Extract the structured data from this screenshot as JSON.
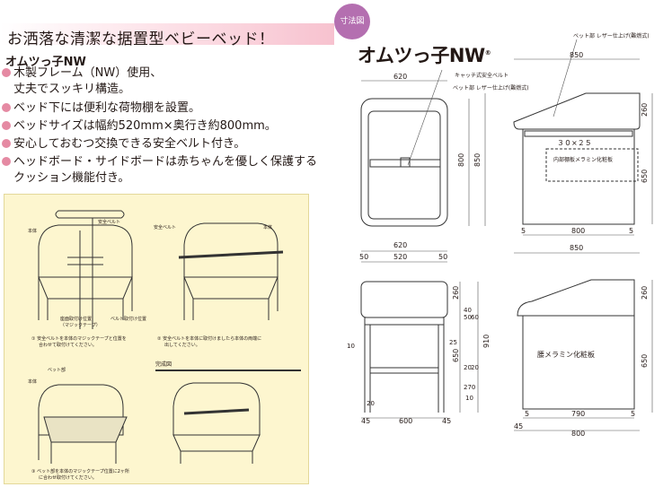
{
  "title": "お洒落な清潔な据置型ベビーベッド！",
  "model": "オムツっ子NW",
  "features": [
    {
      "lines": [
        "木製フレーム（NW）使用、",
        "丈夫でスッキリ構造。"
      ]
    },
    {
      "lines": [
        "ベッド下には便利な荷物棚を設置。"
      ]
    },
    {
      "lines": [
        "ベッドサイズは幅約520mm×奥行き約800mm。"
      ]
    },
    {
      "lines": [
        "安心しておむつ交換できる安全ベルト付き。"
      ]
    },
    {
      "lines": [
        "ヘッドボード・サイドボードは赤ちゃんを優しく保護する",
        "クッション機能付き。"
      ]
    }
  ],
  "illustration": {
    "labels": {
      "body1": "本体",
      "belt1": "安全ベルト",
      "belt2": "安全ベルト",
      "body2": "本体",
      "seat_pos": "座面取付け位置",
      "seat_pos_sub": "（マジックテープ）",
      "belt_pos": "ベルト取付け位置",
      "step1a": "① 安全ベルトを本体のマジックテープと位置を",
      "step1b": "合わせて取付けてください。",
      "step2a": "② 安全ベルトを本体に取付けましたら本体の両端に",
      "step2b": "出してください。",
      "complete": "完成図",
      "bed_part": "ベット部",
      "body3": "本体",
      "step3a": "③ ベット部を本体のマジックテープ位置に2ヶ所",
      "step3b": "に合わせ取付けてください。"
    }
  },
  "drawing": {
    "badge": "寸法図",
    "model": "オムツっ子NW",
    "reg": "®",
    "labels": {
      "catch_belt": "キャッチ式安全ベルト",
      "leather_top": "ベット部 レザー仕上げ(難燃式)",
      "leather_top2": "ベット部 レザー仕上げ(難燃式)",
      "shelf": "内部棚板メラミン化粧板",
      "pipe": "３０×２５",
      "melamine": "腰メラミン化粧板"
    },
    "dims": {
      "d620a": "620",
      "d850a": "850",
      "d800a": "800",
      "d850b": "850",
      "d260a": "260",
      "d650a": "650",
      "d5a": "5",
      "d800b": "800",
      "d5b": "5",
      "d620b": "620",
      "d50a": "50",
      "d520": "520",
      "d50b": "50",
      "d850c": "850",
      "d260b": "260",
      "d40": "40",
      "d50c": "50",
      "d60": "60",
      "d25": "25",
      "d910": "910",
      "d650b": "650",
      "d20a": "20",
      "d20b": "20",
      "d270": "270",
      "d10a": "10",
      "d10b": "10",
      "d20c": "20",
      "d45a": "45",
      "d600": "600",
      "d45b": "45",
      "d260c": "260",
      "d650c": "650",
      "d5c": "5",
      "d790": "790",
      "d5d": "5",
      "d45c": "45",
      "d800c": "800"
    }
  }
}
